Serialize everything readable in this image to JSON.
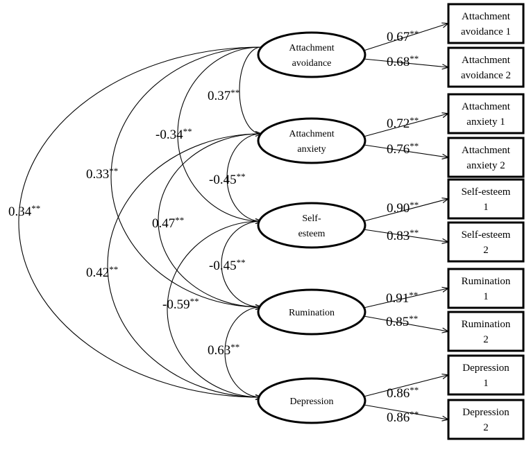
{
  "latents": [
    {
      "id": "avoid",
      "lines": [
        "Attachment",
        "avoidance"
      ]
    },
    {
      "id": "anx",
      "lines": [
        "Attachment",
        "anxiety"
      ]
    },
    {
      "id": "se",
      "lines": [
        "Self-",
        "esteem"
      ]
    },
    {
      "id": "rum",
      "lines": [
        "Rumination"
      ]
    },
    {
      "id": "dep",
      "lines": [
        "Depression"
      ]
    }
  ],
  "indicators": [
    {
      "lines": [
        "Attachment",
        "avoidance  1"
      ],
      "latent": "avoid",
      "loading": "0.67",
      "stars": "**"
    },
    {
      "lines": [
        "Attachment",
        "avoidance 2"
      ],
      "latent": "avoid",
      "loading": "0.68",
      "stars": "**"
    },
    {
      "lines": [
        "Attachment",
        "anxiety 1"
      ],
      "latent": "anx",
      "loading": "0.72",
      "stars": "**"
    },
    {
      "lines": [
        "Attachment",
        "anxiety 2"
      ],
      "latent": "anx",
      "loading": "0.76",
      "stars": "**"
    },
    {
      "lines": [
        "Self-esteem",
        "1"
      ],
      "latent": "se",
      "loading": "0.90",
      "stars": "**"
    },
    {
      "lines": [
        "Self-esteem",
        "2"
      ],
      "latent": "se",
      "loading": "0.83",
      "stars": "**"
    },
    {
      "lines": [
        "Rumination",
        "1"
      ],
      "latent": "rum",
      "loading": "0.91",
      "stars": "**"
    },
    {
      "lines": [
        "Rumination",
        "2"
      ],
      "latent": "rum",
      "loading": "0.85",
      "stars": "**"
    },
    {
      "lines": [
        "Depression",
        "1"
      ],
      "latent": "dep",
      "loading": "0.86",
      "stars": "**"
    },
    {
      "lines": [
        "Depression",
        "2"
      ],
      "latent": "dep",
      "loading": "0.86",
      "stars": "**"
    }
  ],
  "correlations": [
    {
      "from": "avoid",
      "to": "anx",
      "value": "0.37",
      "stars": "**"
    },
    {
      "from": "avoid",
      "to": "se",
      "value": "-0.34",
      "stars": "**"
    },
    {
      "from": "avoid",
      "to": "rum",
      "value": "0.33",
      "stars": "**"
    },
    {
      "from": "avoid",
      "to": "dep",
      "value": "0.34",
      "stars": "**"
    },
    {
      "from": "anx",
      "to": "se",
      "value": "-0.45",
      "stars": "**"
    },
    {
      "from": "anx",
      "to": "rum",
      "value": "0.47",
      "stars": "**"
    },
    {
      "from": "anx",
      "to": "dep",
      "value": "0.42",
      "stars": "**"
    },
    {
      "from": "se",
      "to": "rum",
      "value": "-0.45",
      "stars": "**"
    },
    {
      "from": "se",
      "to": "dep",
      "value": "-0.59",
      "stars": "**"
    },
    {
      "from": "rum",
      "to": "dep",
      "value": "0.63",
      "stars": "**"
    }
  ]
}
